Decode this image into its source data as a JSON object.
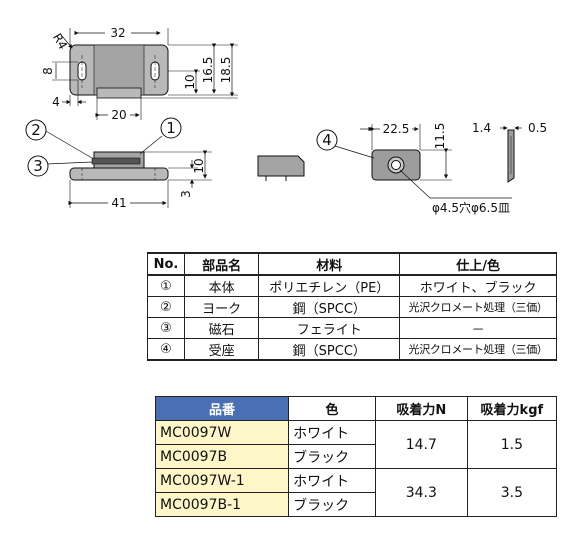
{
  "drawing": {
    "dims": {
      "r4": "R4",
      "d32": "32",
      "d8": "8",
      "d4": "4",
      "d20": "20",
      "d10a": "10",
      "d16_5": "16.5",
      "d18_5": "18.5",
      "d10b": "10",
      "d3": "3",
      "d41": "41",
      "d22_5": "22.5",
      "d11_5": "11.5",
      "d1_4": "1.4",
      "d0_5": "0.5",
      "hole": "φ4.5穴φ6.5皿"
    },
    "callouts": [
      "1",
      "2",
      "3",
      "4"
    ]
  },
  "parts_table": {
    "headers": [
      "No.",
      "部品名",
      "材料",
      "仕上/色"
    ],
    "rows": [
      {
        "no": "①",
        "name": "本体",
        "material": "ポリエチレン（PE）",
        "finish": "ホワイト、ブラック"
      },
      {
        "no": "②",
        "name": "ヨーク",
        "material": "鋼（SPCC）",
        "finish": "光沢クロメート処理（三価）"
      },
      {
        "no": "③",
        "name": "磁石",
        "material": "フェライト",
        "finish": "－"
      },
      {
        "no": "④",
        "name": "受座",
        "material": "鋼（SPCC）",
        "finish": "光沢クロメート処理（三価）"
      }
    ]
  },
  "spec_table": {
    "headers": [
      "品番",
      "色",
      "吸着力N",
      "吸着力kgf"
    ],
    "rows": [
      {
        "part": "MC0097W",
        "color": "ホワイト"
      },
      {
        "part": "MC0097B",
        "color": "ブラック"
      },
      {
        "part": "MC0097W-1",
        "color": "ホワイト"
      },
      {
        "part": "MC0097B-1",
        "color": "ブラック"
      }
    ],
    "groups": [
      {
        "force_n": "14.7",
        "force_kgf": "1.5"
      },
      {
        "force_n": "34.3",
        "force_kgf": "3.5"
      }
    ],
    "header_color": "#4a6fb5",
    "part_cell_color": "#fdf6c9"
  }
}
